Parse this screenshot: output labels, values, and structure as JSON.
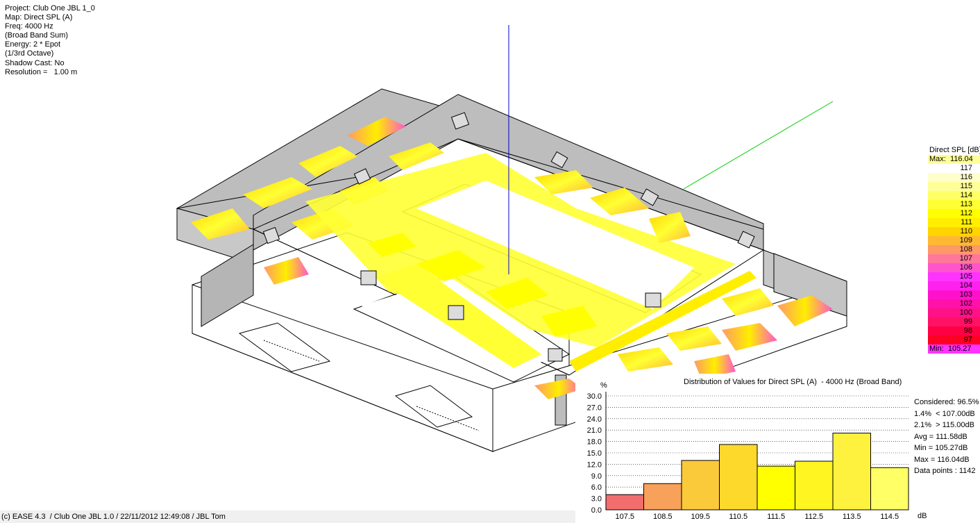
{
  "info": {
    "lines": [
      "Project: Club One JBL 1_0",
      "Map: Direct SPL (A)",
      "Freq: 4000 Hz",
      "(Broad Band Sum)",
      "Energy: 2 * Epot",
      "(1/3rd Octave)",
      "Shadow Cast: No",
      "Resolution =   1.00 m"
    ]
  },
  "footer": {
    "text": "(c) EASE 4.3  / Club One JBL 1.0 / 22/11/2012 12:49:08 / JBL Tom"
  },
  "legend": {
    "title": "Direct SPL [dB]",
    "max_label": "Max:  116.04",
    "min_label": "Min:  105.27",
    "max_color": "#ffff99",
    "min_color": "#ff33ff",
    "steps": [
      {
        "label": "117",
        "color": "#ffffff"
      },
      {
        "label": "116",
        "color": "#ffffcc"
      },
      {
        "label": "115",
        "color": "#ffff99"
      },
      {
        "label": "114",
        "color": "#ffff66"
      },
      {
        "label": "113",
        "color": "#ffff33"
      },
      {
        "label": "112",
        "color": "#ffff00"
      },
      {
        "label": "111",
        "color": "#ffee00"
      },
      {
        "label": "110",
        "color": "#ffd400"
      },
      {
        "label": "109",
        "color": "#ffb833"
      },
      {
        "label": "108",
        "color": "#ff9966"
      },
      {
        "label": "107",
        "color": "#ff7799"
      },
      {
        "label": "106",
        "color": "#ff55cc"
      },
      {
        "label": "105",
        "color": "#ff33ff"
      },
      {
        "label": "104",
        "color": "#ff22ee"
      },
      {
        "label": "103",
        "color": "#ff11cc"
      },
      {
        "label": "102",
        "color": "#ff11aa"
      },
      {
        "label": "100",
        "color": "#ff1188"
      },
      {
        "label": "99",
        "color": "#ff1166"
      },
      {
        "label": "98",
        "color": "#ff0044"
      },
      {
        "label": "97",
        "color": "#ff0022"
      }
    ]
  },
  "histogram": {
    "title": "Distribution of Values for Direct SPL (A)  - 4000 Hz (Broad Band)",
    "y_unit": "%",
    "x_unit": "dB",
    "stats": [
      "Considered: 96.5%",
      "1.4%  < 107.00dB",
      "2.1%  > 115.00dB",
      "",
      "",
      "Avg = 111.58dB",
      "Min = 105.27dB",
      "Max = 116.04dB",
      "Data points : 1142"
    ]
  },
  "chart_data": {
    "type": "bar",
    "title": "Distribution of Values for Direct SPL (A)  - 4000 Hz (Broad Band)",
    "xlabel": "dB",
    "ylabel": "%",
    "categories": [
      "107.5",
      "108.5",
      "109.5",
      "110.5",
      "111.5",
      "112.5",
      "113.5",
      "114.5"
    ],
    "values": [
      4.0,
      6.9,
      13.0,
      17.2,
      11.5,
      12.8,
      20.2,
      11.1
    ],
    "colors": [
      "#f26d6d",
      "#f7a15a",
      "#fbca3a",
      "#fdd92c",
      "#ffff00",
      "#fff520",
      "#fff23e",
      "#ffff66"
    ],
    "ylim": [
      0,
      30
    ],
    "yticks": [
      "30.0",
      "27.0",
      "24.0",
      "21.0",
      "18.0",
      "15.0",
      "12.0",
      "9.0",
      "6.0",
      "3.0",
      "0.0"
    ],
    "grid": true
  }
}
